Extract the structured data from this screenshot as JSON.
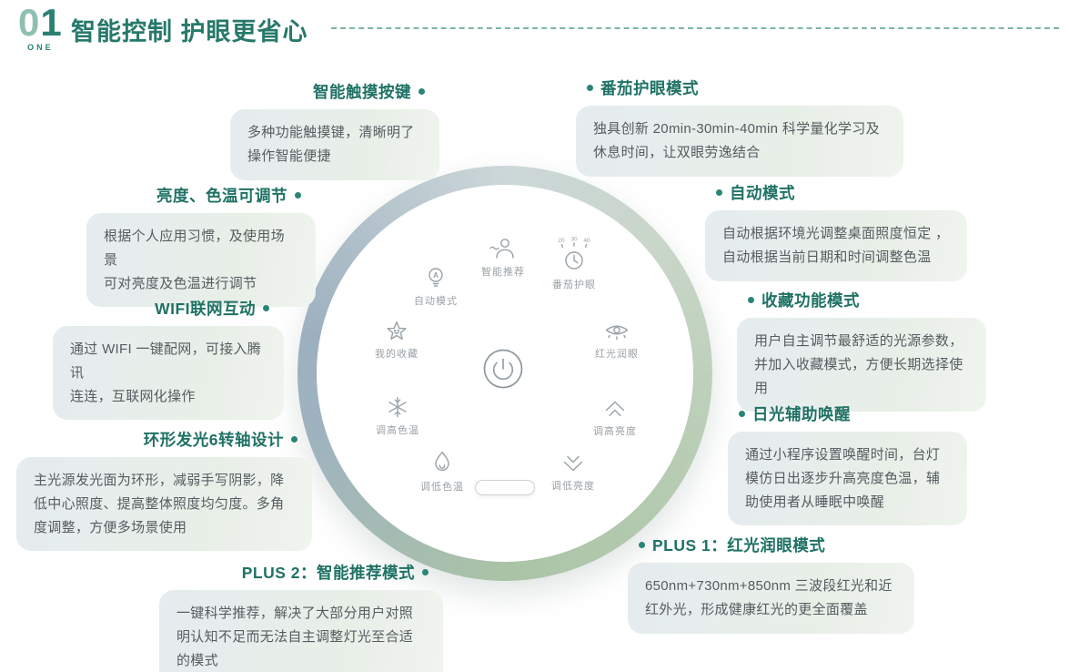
{
  "header": {
    "number_zero": "0",
    "number_one": "1",
    "number_word": "ONE",
    "title": "智能控制 护眼更省心"
  },
  "features_left": [
    {
      "title": "智能触摸按键",
      "body": "多种功能触摸键，清晰明了\n操作智能便捷"
    },
    {
      "title": "亮度、色温可调节",
      "body": "根据个人应用习惯，及使用场景\n可对亮度及色温进行调节"
    },
    {
      "title": "WIFI联网互动",
      "body": "通过 WIFI 一键配网，可接入腾讯\n连连，互联网化操作"
    },
    {
      "title": "环形发光6转轴设计",
      "body": "主光源发光面为环形，减弱手写阴影，降低中心照度、提高整体照度均匀度。多角度调整，方便多场景使用"
    },
    {
      "title": "PLUS 2：智能推荐模式",
      "body": "一键科学推荐，解决了大部分用户对照明认知不足而无法自主调整灯光至合适的模式"
    }
  ],
  "features_right": [
    {
      "title": "番茄护眼模式",
      "body": "独具创新 20min-30min-40min 科学量化学习及休息时间，让双眼劳逸结合"
    },
    {
      "title": "自动模式",
      "body": "自动根据环境光调整桌面照度恒定 ，自动根据当前日期和时间调整色温"
    },
    {
      "title": "收藏功能模式",
      "body": "用户自主调节最舒适的光源参数，并加入收藏模式，方便长期选择使用"
    },
    {
      "title": "日光辅助唤醒",
      "body": "通过小程序设置唤醒时间，台灯模仿日出逐步升高亮度色温，辅助使用者从睡眠中唤醒"
    },
    {
      "title": "PLUS 1：红光润眼模式",
      "body": "650nm+730nm+850nm 三波段红光和近红外光，形成健康红光的更全面覆盖"
    }
  ],
  "dial": {
    "tomato_ticks": [
      "20",
      "30",
      "40"
    ],
    "buttons": [
      {
        "label": "自动模式",
        "icon": "bulb-a-icon"
      },
      {
        "label": "智能推荐",
        "icon": "person-wave-icon"
      },
      {
        "label": "番茄护眼",
        "icon": "timer-icon"
      },
      {
        "label": "我的收藏",
        "icon": "star-face-icon"
      },
      {
        "label": "红光润眼",
        "icon": "eye-icon"
      },
      {
        "label": "调高色温",
        "icon": "snowflake-icon"
      },
      {
        "label": "调高亮度",
        "icon": "chevron-up-icon"
      },
      {
        "label": "调低色温",
        "icon": "flame-icon"
      },
      {
        "label": "调低亮度",
        "icon": "chevron-down-icon"
      }
    ],
    "center_icon": "power-icon"
  },
  "colors": {
    "accent_teal": "#2a8173",
    "feature_title": "#1f7265",
    "body_text": "#565c60",
    "icon_gray": "#98a1a7",
    "ring_blue": "#9cb0bf",
    "ring_green": "#aac3a6"
  }
}
